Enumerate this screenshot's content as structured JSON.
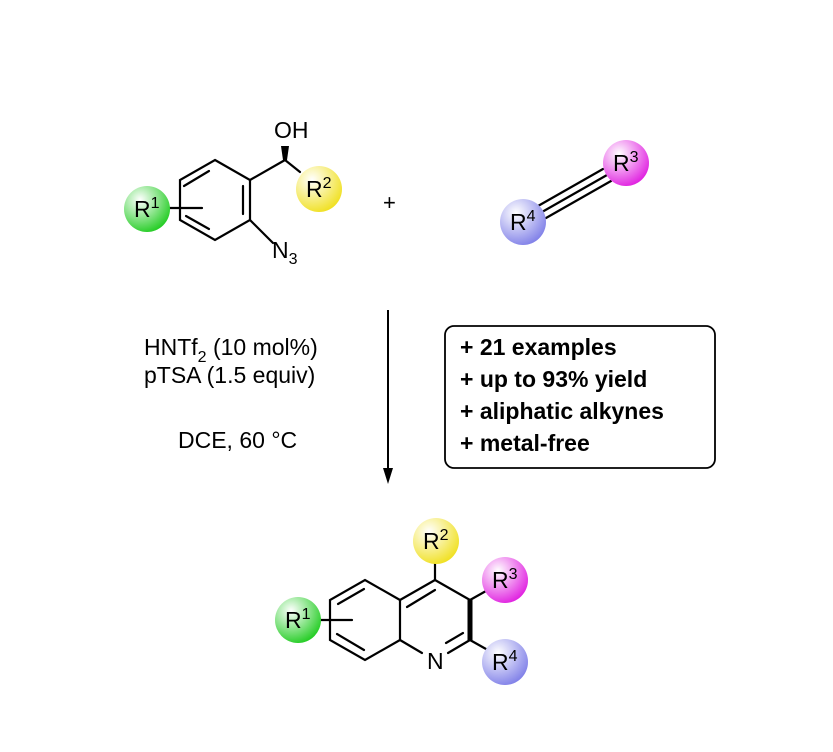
{
  "reactant1": {
    "substituent_1": {
      "label": "R",
      "index": "1",
      "color": "#22cc22"
    },
    "substituent_2": {
      "label": "R",
      "index": "2",
      "color": "#f0e020"
    },
    "hydroxyl": "OH",
    "azide": {
      "label": "N",
      "index": "3"
    }
  },
  "plus_sign": "+",
  "reactant2": {
    "substituent_3": {
      "label": "R",
      "index": "3",
      "color": "#e020e0"
    },
    "substituent_4": {
      "label": "R",
      "index": "4",
      "color": "#8080e8"
    }
  },
  "conditions": {
    "catalyst": {
      "prefix": "HNTf",
      "sub": "2",
      "suffix": " (10 mol%)"
    },
    "additive": "pTSA (1.5 equiv)",
    "solvent_temp": "DCE, 60 °C"
  },
  "highlights": [
    "+ 21 examples",
    "+ up to 93% yield",
    "+ aliphatic alkynes",
    "+ metal-free"
  ],
  "product": {
    "substituent_1": {
      "label": "R",
      "index": "1",
      "color": "#22cc22"
    },
    "substituent_2": {
      "label": "R",
      "index": "2",
      "color": "#f0e020"
    },
    "substituent_3": {
      "label": "R",
      "index": "3",
      "color": "#e020e0"
    },
    "substituent_4": {
      "label": "R",
      "index": "4",
      "color": "#8080e8"
    },
    "ring_nitrogen": "N"
  }
}
